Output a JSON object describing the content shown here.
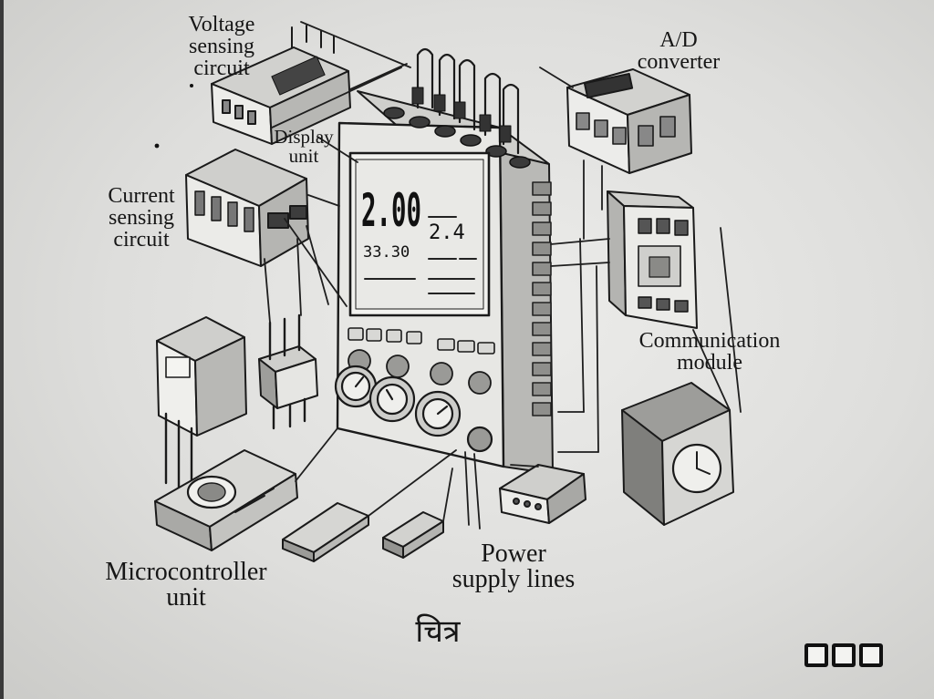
{
  "labels": {
    "voltage_sensing": [
      "Voltage",
      "sensing",
      "circuit"
    ],
    "display_unit": [
      "Display",
      "unit"
    ],
    "current_sensing": [
      "Current",
      "sensing",
      "circuit"
    ],
    "ad_converter": [
      "A/D",
      "converter"
    ],
    "communication_module": [
      "Communication",
      "module"
    ],
    "microcontroller_unit": [
      "Microcontroller",
      "unit"
    ],
    "power_supply_lines": [
      "Power",
      "supply lines"
    ]
  },
  "display_readout": {
    "main": "2.00",
    "secondary": "2.4",
    "sub": "33.30"
  },
  "caption": "चित्र",
  "colors": {
    "ink": "#141414",
    "paper": "#e4e4e2"
  },
  "icons": [
    "box-square-icon",
    "box-square-icon",
    "box-square-icon"
  ]
}
